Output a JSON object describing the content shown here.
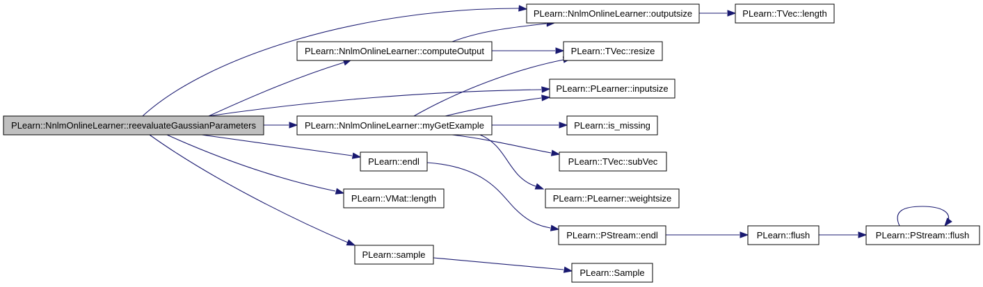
{
  "graph": {
    "nodes": [
      {
        "id": "root",
        "label": "PLearn::NnlmOnlineLearner::reevaluateGaussianParameters"
      },
      {
        "id": "outputsize",
        "label": "PLearn::NnlmOnlineLearner::outputsize"
      },
      {
        "id": "tveclength",
        "label": "PLearn::TVec::length"
      },
      {
        "id": "computeoutput",
        "label": "PLearn::NnlmOnlineLearner::computeOutput"
      },
      {
        "id": "resize",
        "label": "PLearn::TVec::resize"
      },
      {
        "id": "inputsize",
        "label": "PLearn::PLearner::inputsize"
      },
      {
        "id": "mygetexample",
        "label": "PLearn::NnlmOnlineLearner::myGetExample"
      },
      {
        "id": "ismissing",
        "label": "PLearn::is_missing"
      },
      {
        "id": "subvec",
        "label": "PLearn::TVec::subVec"
      },
      {
        "id": "endl",
        "label": "PLearn::endl"
      },
      {
        "id": "weightsize",
        "label": "PLearn::PLearner::weightsize"
      },
      {
        "id": "vmatlength",
        "label": "PLearn::VMat::length"
      },
      {
        "id": "pstreamendl",
        "label": "PLearn::PStream::endl"
      },
      {
        "id": "flush",
        "label": "PLearn::flush"
      },
      {
        "id": "pstreamflush",
        "label": "PLearn::PStream::flush"
      },
      {
        "id": "sample",
        "label": "PLearn::sample"
      },
      {
        "id": "samplecap",
        "label": "PLearn::Sample"
      }
    ],
    "edges": [
      {
        "from": "root",
        "to": "outputsize"
      },
      {
        "from": "root",
        "to": "computeoutput"
      },
      {
        "from": "root",
        "to": "inputsize"
      },
      {
        "from": "root",
        "to": "mygetexample"
      },
      {
        "from": "root",
        "to": "endl"
      },
      {
        "from": "root",
        "to": "vmatlength"
      },
      {
        "from": "root",
        "to": "sample"
      },
      {
        "from": "outputsize",
        "to": "tveclength"
      },
      {
        "from": "computeoutput",
        "to": "outputsize"
      },
      {
        "from": "computeoutput",
        "to": "resize"
      },
      {
        "from": "mygetexample",
        "to": "resize"
      },
      {
        "from": "mygetexample",
        "to": "inputsize"
      },
      {
        "from": "mygetexample",
        "to": "ismissing"
      },
      {
        "from": "mygetexample",
        "to": "subvec"
      },
      {
        "from": "mygetexample",
        "to": "weightsize"
      },
      {
        "from": "endl",
        "to": "pstreamendl"
      },
      {
        "from": "pstreamendl",
        "to": "flush"
      },
      {
        "from": "flush",
        "to": "pstreamflush"
      },
      {
        "from": "pstreamflush",
        "to": "pstreamflush"
      },
      {
        "from": "sample",
        "to": "samplecap"
      }
    ]
  }
}
